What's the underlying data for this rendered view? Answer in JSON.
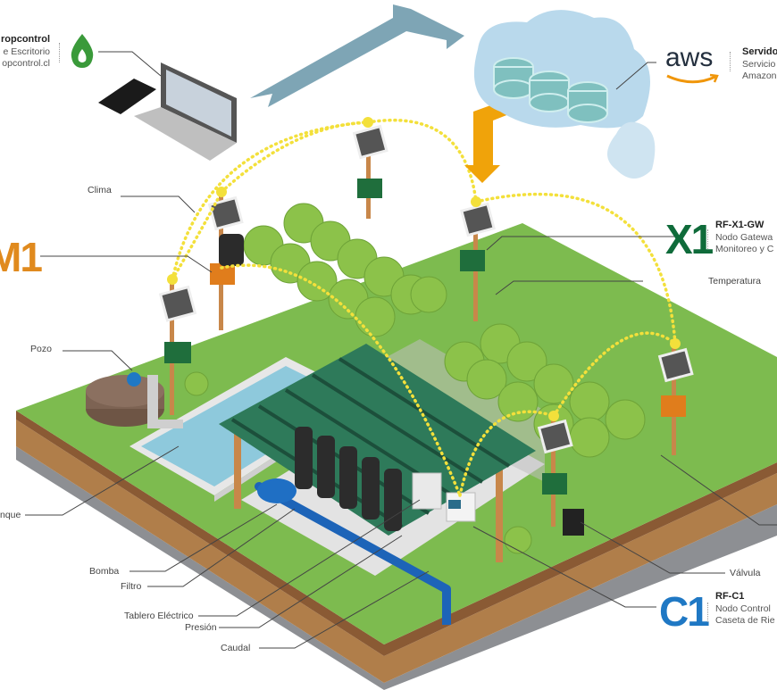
{
  "diagram": {
    "title": "Cropcontrol irrigation monitoring architecture",
    "colors": {
      "grass": "#7dbb4f",
      "soil_top": "#8a5a34",
      "soil": "#b07e4a",
      "rock": "#8d8f93",
      "cloud": "#b9d9ec",
      "db": "#7fc0bf",
      "arrow_blue": "#7ea5b5",
      "arrow_orange": "#f0a30a",
      "radio_link": "#f3e03b",
      "m1_orange": "#e08a1e",
      "x1_green": "#0f6b3a",
      "c1_blue": "#1f78c4",
      "node_green": "#1f6e3c",
      "node_orange": "#e07d1c",
      "pipe_blue": "#1d64b8",
      "roof_green": "#2e7a5a"
    },
    "cropcontrol": {
      "title": "Cropcontrol",
      "line1": "App de Escritorio",
      "line2": "app.cropcontrol.cl",
      "visible_title": "ropcontrol",
      "visible_line1": "e Escritorio",
      "visible_line2": "opcontrol.cl",
      "icon": "water-drop-logo"
    },
    "aws": {
      "logo_text": "aws",
      "title": "Servido",
      "line1": "Servicio",
      "line2": "Amazon"
    },
    "x1": {
      "badge": "X1",
      "title": "RF-X1-GW",
      "line1": "Nodo Gatewa",
      "line2": "Monitoreo y C"
    },
    "m1": {
      "badge": "M1"
    },
    "c1": {
      "badge": "C1",
      "title": "RF-C1",
      "line1": "Nodo Control",
      "line2": "Caseta de Rie"
    },
    "labels": {
      "clima": "Clima",
      "pozo": "Pozo",
      "estanque": "nque",
      "bomba": "Bomba",
      "filtro": "Filtro",
      "tablero": "Tablero Eléctrico",
      "presion": "Presión",
      "caudal": "Caudal",
      "temperatura": "Temperatura",
      "valvula": "Válvula"
    }
  }
}
